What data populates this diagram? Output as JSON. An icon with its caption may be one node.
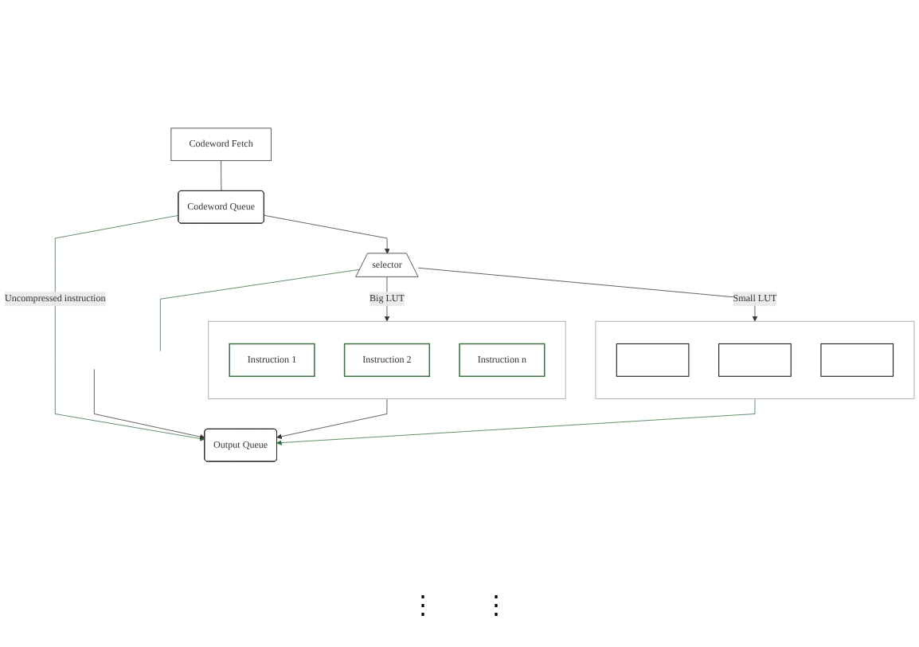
{
  "diagram": {
    "nodes": [
      {
        "text": [
          "Codeword Queue"
        ]
      },
      {
        "text": [
          "Codeword Fetch"
        ]
      },
      {
        "text": [
          "selector"
        ]
      },
      {
        "text": [],
        "shape": "box"
      },
      {
        "text": [
          "Instruction 1"
        ],
        "in": 3
      },
      {
        "text": [
          "Instruction 2"
        ],
        "in": 3
      },
      {
        "text": [
          "Instruction n"
        ],
        "in": 3
      },
      {
        "text": [],
        "shape": "box"
      },
      {
        "text": [],
        "shape": "bar",
        "in": 7
      },
      {
        "text": [],
        "shape": "bar",
        "in": 7
      },
      {
        "text": [],
        "shape": "bar",
        "in": 7
      },
      {
        "text": [
          "Output Queue"
        ]
      }
    ],
    "edges": [
      {
        "from": 1,
        "to": 0,
        "arrow": "none"
      },
      {
        "from": 0,
        "to": 2,
        "arrow": "to"
      },
      {
        "from": 0,
        "to": 11,
        "arrow": "to",
        "label": "Uncompressed instruction",
        "color": "#2e6b3a"
      },
      {
        "from": 2,
        "to": 3,
        "arrow": "to",
        "label": "Big LUT"
      },
      {
        "from": 2,
        "to": 7,
        "arrow": "to",
        "label": "Small LUT"
      },
      {
        "from": 2,
        "to": null,
        "arrow": "none",
        "color": "#2e6b3a"
      },
      {
        "from": 3,
        "to": 11,
        "arrow": "to"
      },
      {
        "from": 7,
        "to": 11,
        "arrow": "to",
        "color": "#2e6b3a"
      },
      {
        "from": null,
        "to": 11,
        "arrow": "to"
      }
    ],
    "labels": [
      "⋮",
      "⋮"
    ]
  }
}
